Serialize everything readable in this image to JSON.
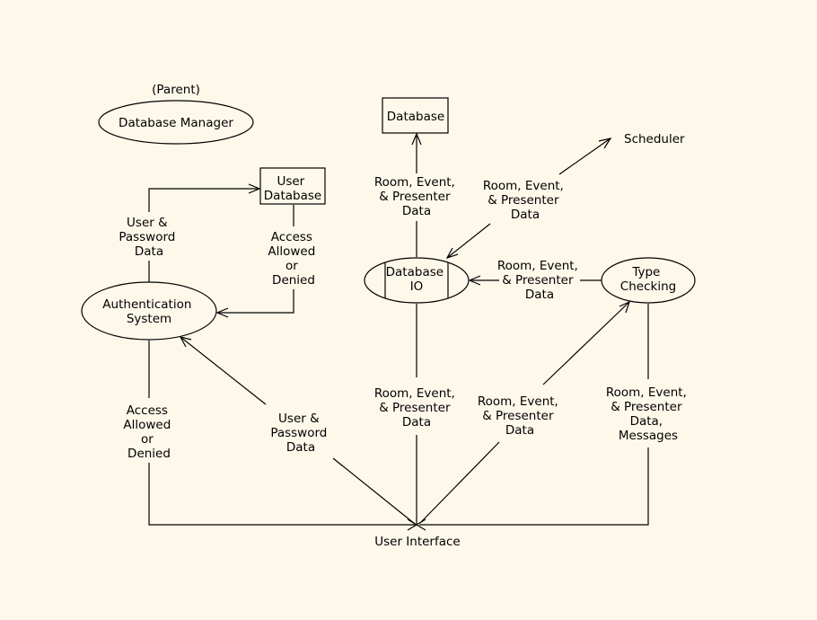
{
  "diagram": {
    "nodes": {
      "parent_label": "(Parent)",
      "database_manager": "Database Manager",
      "database": "Database",
      "scheduler": "Scheduler",
      "user_database": [
        "User",
        "Database"
      ],
      "authentication_system": [
        "Authentication",
        "System"
      ],
      "database_io": [
        "Database",
        "IO"
      ],
      "type_checking": [
        "Type",
        "Checking"
      ],
      "user_interface": "User Interface"
    },
    "flows": {
      "auth_to_userdb": [
        "User &",
        "Password",
        "Data"
      ],
      "userdb_to_auth": [
        "Access",
        "Allowed",
        "or",
        "Denied"
      ],
      "dbio_to_database": [
        "Room, Event,",
        "& Presenter",
        "Data"
      ],
      "scheduler_to_dbio": [
        "Room, Event,",
        "& Presenter",
        "Data"
      ],
      "type_to_dbio": [
        "Room, Event,",
        "& Presenter",
        "Data"
      ],
      "auth_to_ui": [
        "Access",
        "Allowed",
        "or",
        "Denied"
      ],
      "ui_to_auth": [
        "User &",
        "Password",
        "Data"
      ],
      "dbio_to_ui": [
        "Room, Event,",
        "& Presenter",
        "Data"
      ],
      "ui_to_type": [
        "Room, Event,",
        "& Presenter",
        "Data"
      ],
      "type_to_ui": [
        "Room, Event,",
        "& Presenter",
        "Data,",
        "Messages"
      ]
    }
  }
}
